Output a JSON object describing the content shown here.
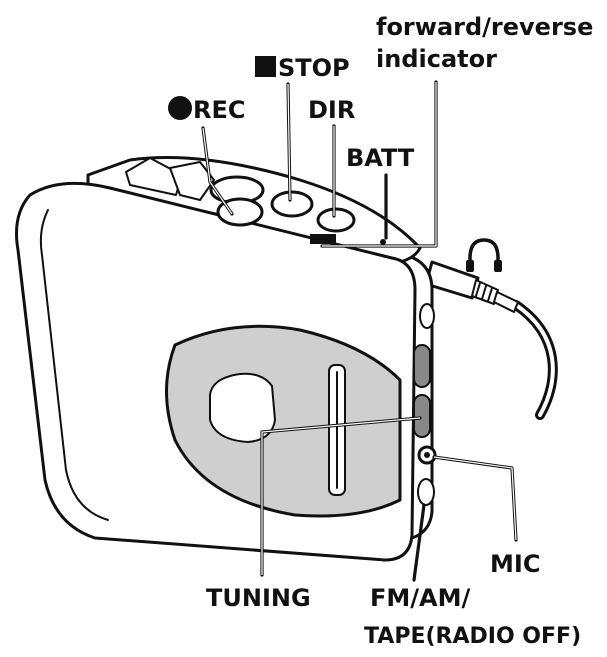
{
  "labels": {
    "forward_reverse_line1": "forward/reverse",
    "forward_reverse_line2": "indicator",
    "stop": "STOP",
    "rec": "REC",
    "dir": "DIR",
    "batt": "BATT",
    "tuning": "TUNING",
    "mic": "MIC",
    "band_line1": "FM/AM/",
    "band_line2": "TAPE(RADIO OFF)"
  },
  "icons": {
    "stop": "stop-square-icon",
    "rec": "record-dot-icon",
    "headphones": "headphones-icon"
  }
}
